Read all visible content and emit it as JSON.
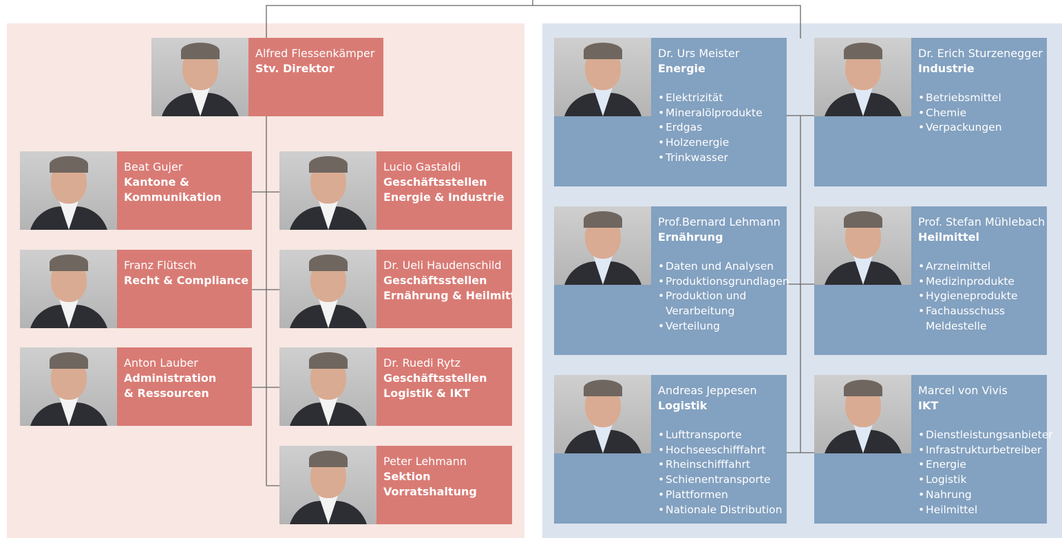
{
  "left_group": {
    "head": {
      "name": "Alfred Flessenkämper",
      "role": "Stv. Direktor"
    },
    "staff": [
      {
        "name": "Beat Gujer",
        "role_1": "Kantone &",
        "role_2": "Kommunikation"
      },
      {
        "name": "Franz Flütsch",
        "role_1": "Recht & Compliance",
        "role_2": ""
      },
      {
        "name": "Anton Lauber",
        "role_1": "Administration",
        "role_2": "& Ressourcen"
      }
    ],
    "offices": [
      {
        "name": "Lucio Gastaldi",
        "role_1": "Geschäftsstellen",
        "role_2": "Energie & Industrie"
      },
      {
        "name": "Dr. Ueli Haudenschild",
        "role_1": "Geschäftsstellen",
        "role_2": "Ernährung & Heilmittel"
      },
      {
        "name": "Dr. Ruedi Rytz",
        "role_1": "Geschäftsstellen",
        "role_2": "Logistik & IKT"
      },
      {
        "name": "Peter Lehmann",
        "role_1": "Sektion",
        "role_2": "Vorratshaltung"
      }
    ]
  },
  "right_group": {
    "sectors": [
      {
        "name": "Dr. Urs Meister",
        "field": "Energie",
        "items": [
          "Elektrizität",
          "Mineralölprodukte",
          "Erdgas",
          "Holzenergie",
          "Trinkwasser"
        ]
      },
      {
        "name": "Dr. Erich Sturzenegger",
        "field": "Industrie",
        "items": [
          "Betriebsmittel",
          "Chemie",
          "Verpackungen"
        ]
      },
      {
        "name": "Prof.Bernard Lehmann",
        "field": "Ernährung",
        "items": [
          "Daten und Analysen",
          "Produktionsgrundlagen",
          "Produktion und",
          "Verarbeitung",
          "Verteilung"
        ]
      },
      {
        "name": "Prof. Stefan Mühlebach",
        "field": "Heilmittel",
        "items": [
          "Arzneimittel",
          "Medizinprodukte",
          "Hygieneprodukte",
          "Fachausschuss",
          "Meldestelle"
        ]
      },
      {
        "name": "Andreas Jeppesen",
        "field": "Logistik",
        "items": [
          "Lufttransporte",
          "Hochseeschifffahrt",
          "Rheinschifffahrt",
          "Schienentransporte",
          "Plattformen",
          "Nationale Distribution"
        ]
      },
      {
        "name": "Marcel von Vivis",
        "field": "IKT",
        "items": [
          "Dienstleistungsanbieter",
          "Infrastrukturbetreiber",
          "Energie",
          "Logistik",
          "Nahrung",
          "Heilmittel"
        ]
      }
    ]
  },
  "colors": {
    "left_bg": "#f8e7e2",
    "right_bg": "#dbe3ee",
    "red_box": "#d97b75",
    "blue_box": "#83a1c0",
    "line": "#666666"
  }
}
